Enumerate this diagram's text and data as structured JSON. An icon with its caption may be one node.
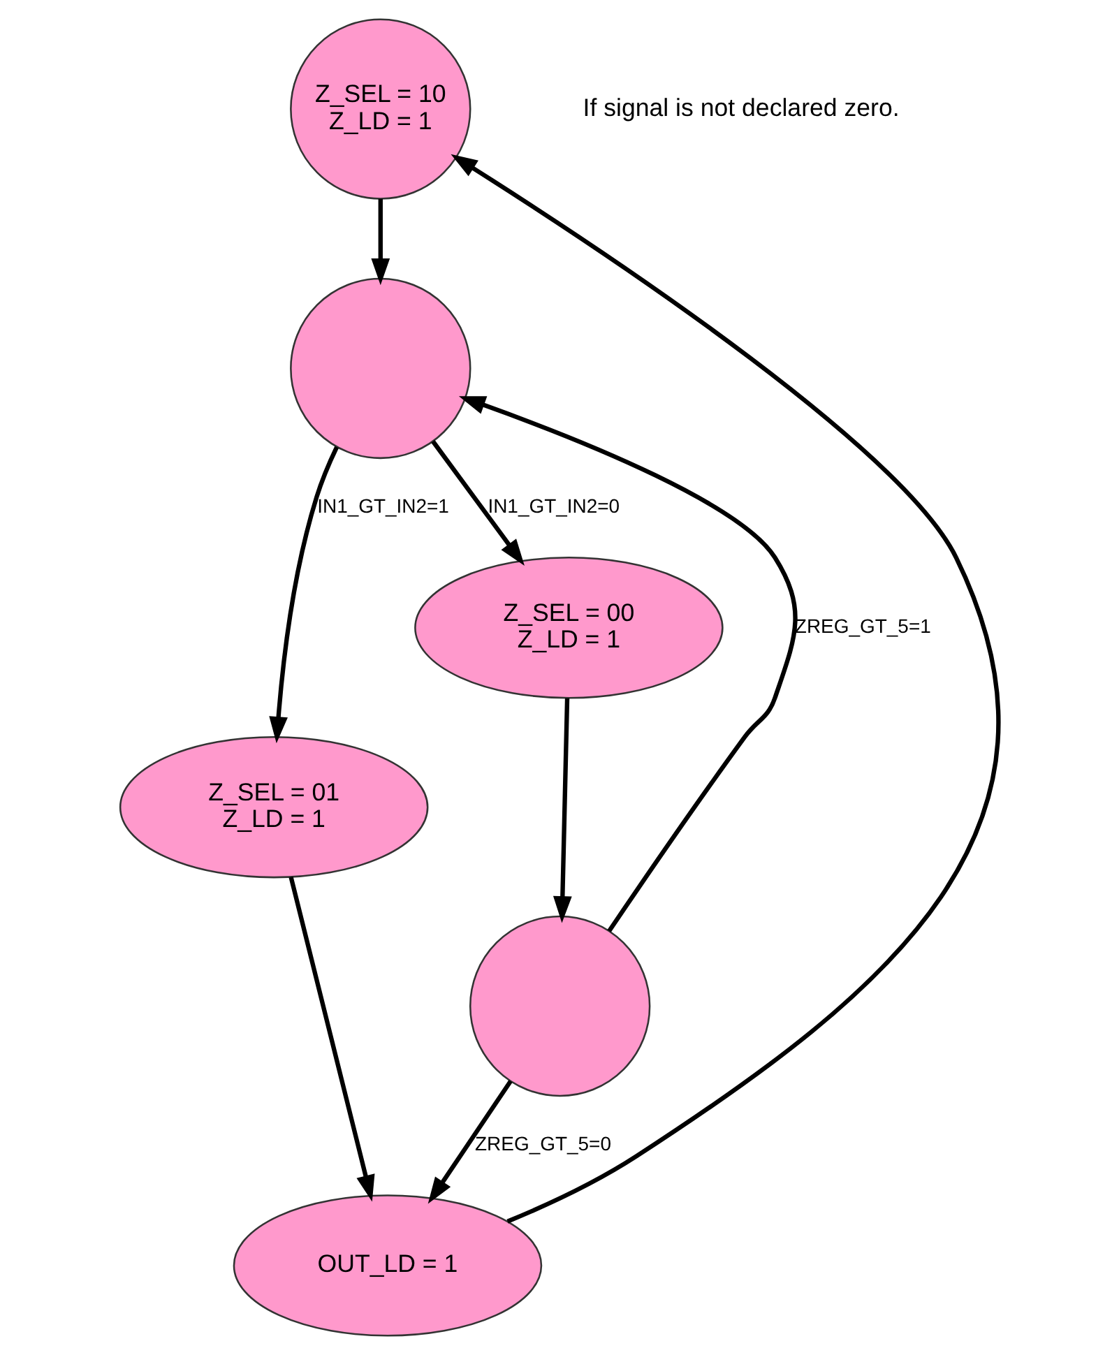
{
  "diagram": {
    "nodes": [
      {
        "text": [
          "Z_SEL = 10 Z_LD = 1"
        ]
      },
      {
        "text": [],
        "shape": "circle"
      },
      {
        "text": [
          "Z_SEL = 01 Z_LD = 1"
        ]
      },
      {
        "text": [
          "Z_SEL = 00 Z_LD = 1"
        ]
      },
      {
        "text": [],
        "shape": "circle"
      },
      {
        "text": [
          "OUT_LD = 1"
        ]
      }
    ],
    "edges": [
      {
        "from": 0,
        "to": 1,
        "arrow": "to"
      },
      {
        "from": 1,
        "to": 2,
        "arrow": "to",
        "label": "IN1_GT_IN2=1"
      },
      {
        "from": 1,
        "to": 3,
        "arrow": "to",
        "label": "IN1_GT_IN2=0"
      },
      {
        "from": 3,
        "to": 4,
        "arrow": "to"
      },
      {
        "from": 4,
        "to": 1,
        "arrow": "to",
        "label": "ZREG_GT_5=1"
      },
      {
        "from": 4,
        "to": 5,
        "arrow": "to",
        "label": "ZREG_GT_5=0"
      },
      {
        "from": 2,
        "to": 5,
        "arrow": "to"
      },
      {
        "from": 5,
        "to": 0,
        "arrow": "to"
      }
    ],
    "labels": [
      "If signal is not declared zero."
    ]
  }
}
